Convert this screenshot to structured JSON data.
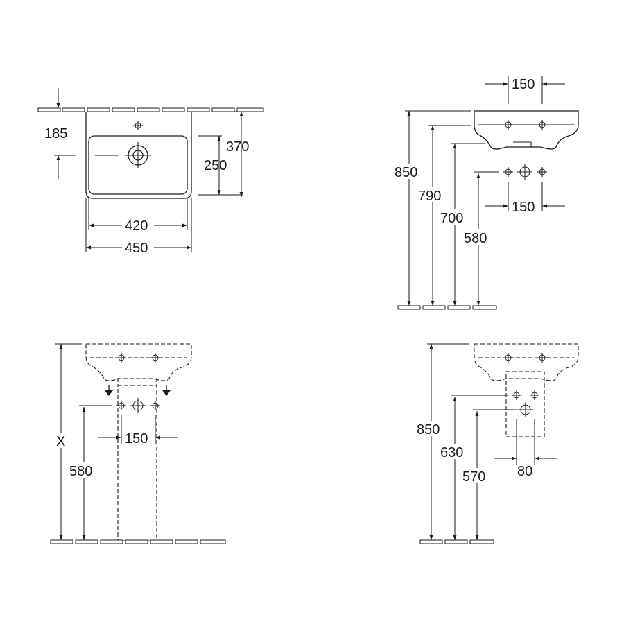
{
  "drawing": {
    "top_view": {
      "depth_to_tap_hole": "185",
      "outer_depth": "370",
      "bowl_depth": "250",
      "bowl_width": "420",
      "outer_width": "450"
    },
    "side_view": {
      "tap_hole_spacing": "150",
      "rim_height": "850",
      "underside_height": "790",
      "waste_height": "700",
      "supply_height": "580",
      "supply_spacing": "150"
    },
    "front_pedestal_view": {
      "rim_height": "X",
      "supply_height": "580",
      "supply_spacing": "150"
    },
    "front_semi_pedestal_view": {
      "rim_height": "850",
      "supply_height": "630",
      "waste_height": "570",
      "supply_spacing": "80"
    }
  }
}
